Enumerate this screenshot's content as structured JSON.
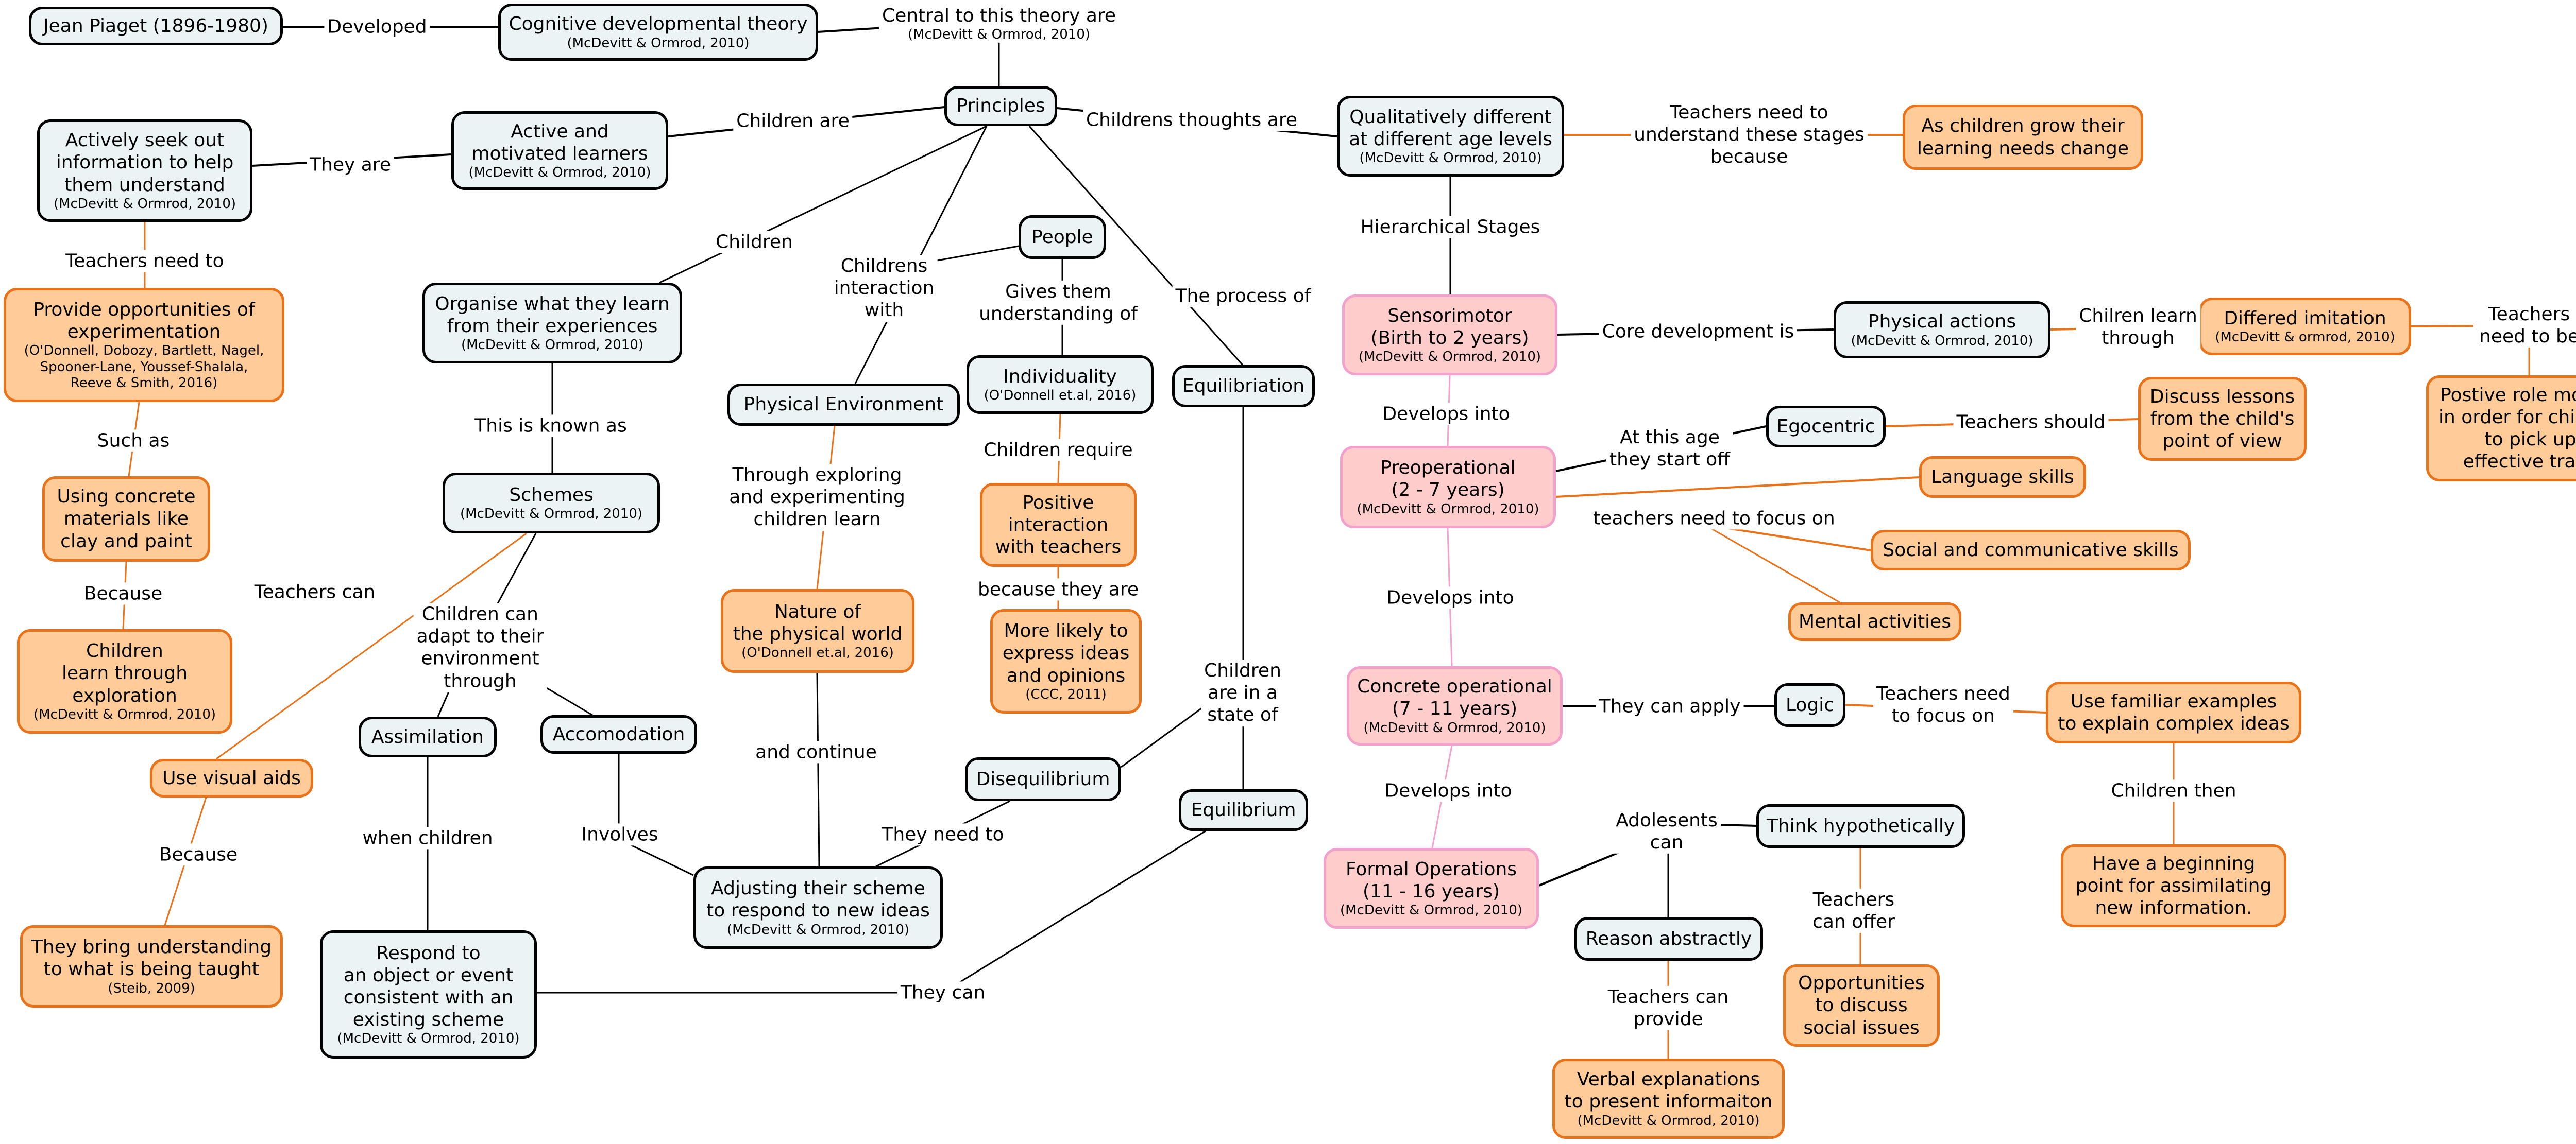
{
  "title": "Piaget Cognitive Developmental Theory Concept Map",
  "colors": {
    "concept_fill": "#ebf3f5",
    "concept_border": "#000000",
    "teaching_fill": "#ffcc99",
    "teaching_border": "#e8731a",
    "stage_fill": "#ffcccc",
    "stage_border": "#f2a0cc"
  },
  "nodes": {
    "piaget": {
      "text": "Jean Piaget (1896-1980)"
    },
    "theory": {
      "text": "Cognitive developmental theory",
      "cite": "(McDevitt & Ormrod, 2010)"
    },
    "principles": {
      "text": "Principles"
    },
    "active": {
      "text": "Active and\nmotivated learners",
      "cite": "(McDevitt & Ormrod, 2010)"
    },
    "seek": {
      "text": "Actively seek out\ninformation to help\nthem understand",
      "cite": "(McDevitt & Ormrod, 2010)"
    },
    "provide": {
      "text": "Provide opportunities of\nexperimentation",
      "cite": "(O'Donnell, Dobozy, Bartlett, Nagel,\nSpooner-Lane, Youssef-Shalala,\nReeve & Smith, 2016)"
    },
    "concrete_materials": {
      "text": "Using concrete\nmaterials like\nclay and paint"
    },
    "learn_exploration": {
      "text": "Children\nlearn through\nexploration",
      "cite": "(McDevitt & Ormrod, 2010)"
    },
    "visual_aids": {
      "text": "Use visual aids"
    },
    "bring_understanding": {
      "text": "They bring understanding\nto what is being taught",
      "cite": "(Steib, 2009)"
    },
    "organise": {
      "text": "Organise what they learn\nfrom their experiences",
      "cite": "(McDevitt & Ormrod, 2010)"
    },
    "schemes": {
      "text": "Schemes",
      "cite": "(McDevitt & Ormrod, 2010)"
    },
    "assimilation": {
      "text": "Assimilation"
    },
    "accomodation": {
      "text": "Accomodation"
    },
    "respond": {
      "text": "Respond to\nan object or event\nconsistent with an\nexisting scheme",
      "cite": "(McDevitt & Ormrod, 2010)"
    },
    "adjusting": {
      "text": "Adjusting their scheme\nto respond to new ideas",
      "cite": "(McDevitt & Ormrod, 2010)"
    },
    "physical_env": {
      "text": "Physical Environment"
    },
    "people": {
      "text": "People"
    },
    "individuality": {
      "text": "Individuality",
      "cite": "(O'Donnell et.al, 2016)"
    },
    "positive_interaction": {
      "text": "Positive\ninteraction\nwith teachers"
    },
    "more_likely": {
      "text": "More likely to\nexpress ideas\nand opinions",
      "cite": "(CCC, 2011)"
    },
    "nature": {
      "text": "Nature of\nthe physical world",
      "cite": "(O'Donnell et.al, 2016)"
    },
    "equilibriation": {
      "text": "Equilibriation"
    },
    "disequilibrium": {
      "text": "Disequilibrium"
    },
    "equilibrium": {
      "text": "Equilibrium"
    },
    "qualitatively": {
      "text": "Qualitatively different\nat different age levels",
      "cite": "(McDevitt & Ormrod, 2010)"
    },
    "grow": {
      "text": "As children grow their\nlearning needs change"
    },
    "sensorimotor": {
      "text": "Sensorimotor\n(Birth to 2 years)",
      "cite": "(McDevitt & Ormrod, 2010)"
    },
    "physical_actions": {
      "text": "Physical actions",
      "cite": "(McDevitt & Ormrod, 2010)"
    },
    "differed": {
      "text": "Differed imitation",
      "cite": "(McDevitt & ormrod, 2010)"
    },
    "role_models": {
      "text": "Postive role models\nin order for children\nto pick up\neffective traits"
    },
    "preoperational": {
      "text": "Preoperational\n(2 - 7 years)",
      "cite": "(McDevitt & Ormrod, 2010)"
    },
    "egocentric": {
      "text": "Egocentric"
    },
    "discuss": {
      "text": "Discuss lessons\nfrom the child's\npoint of view"
    },
    "language": {
      "text": "Language skills"
    },
    "social": {
      "text": "Social and communicative skills"
    },
    "mental": {
      "text": "Mental activities"
    },
    "concrete_op": {
      "text": "Concrete operational\n(7 - 11 years)",
      "cite": "(McDevitt & Ormrod, 2010)"
    },
    "logic": {
      "text": "Logic"
    },
    "familiar": {
      "text": "Use familiar examples\nto explain complex ideas"
    },
    "beginning": {
      "text": "Have a beginning\npoint for assimilating\nnew information."
    },
    "formal": {
      "text": "Formal Operations\n(11 - 16 years)",
      "cite": "(McDevitt & Ormrod, 2010)"
    },
    "hypothetically": {
      "text": "Think hypothetically"
    },
    "abstractly": {
      "text": "Reason abstractly"
    },
    "opportunities": {
      "text": "Opportunities\nto discuss\nsocial issues"
    },
    "verbal": {
      "text": "Verbal explanations\nto present informaiton",
      "cite": "(McDevitt & Ormrod, 2010)"
    }
  },
  "links": {
    "developed": "Developed",
    "central": "Central to this theory are",
    "central_cite": "(McDevitt & Ormrod, 2010)",
    "children_are": "Children are",
    "they_are": "They are",
    "teachers_need_to": "Teachers need to",
    "such_as": "Such as",
    "because1": "Because",
    "teachers_can": "Teachers can",
    "because2": "Because",
    "children": "Children",
    "known_as": "This is known as",
    "adapt": "Children can\nadapt to their\nenvironment\nthrough",
    "when_children": "when children",
    "involves": "Involves",
    "childrens_interaction": "Childrens\ninteraction\nwith",
    "gives_them": "Gives them\nunderstanding of",
    "through_exploring": "Through exploring\nand experimenting\nchildren learn",
    "and_continue": "and continue",
    "children_require": "Children require",
    "because_they_are": "because they are",
    "process_of": "The process of",
    "state_of": "Children\nare in a\nstate of",
    "they_need_to": "They need to",
    "they_can": "They can",
    "thoughts_are": "Childrens thoughts are",
    "understand_stages": "Teachers need to\nunderstand these stages\nbecause",
    "hierarchical": "Hierarchical Stages",
    "core_dev": "Core development is",
    "chilren_learn": "Chilren learn\nthrough",
    "need_to_be": "Teachers need to be",
    "develops1": "Develops into",
    "at_this_age": "At this age\nthey start off",
    "teachers_should": "Teachers should",
    "focus_on": "teachers need to focus on",
    "develops2": "Develops into",
    "can_apply": "They can apply",
    "need_focus": "Teachers need\nto focus on",
    "children_then": "Children then",
    "develops3": "Develops into",
    "adolesents": "Adolesents\ncan",
    "can_offer": "Teachers\ncan offer",
    "can_provide": "Teachers can\nprovide"
  }
}
